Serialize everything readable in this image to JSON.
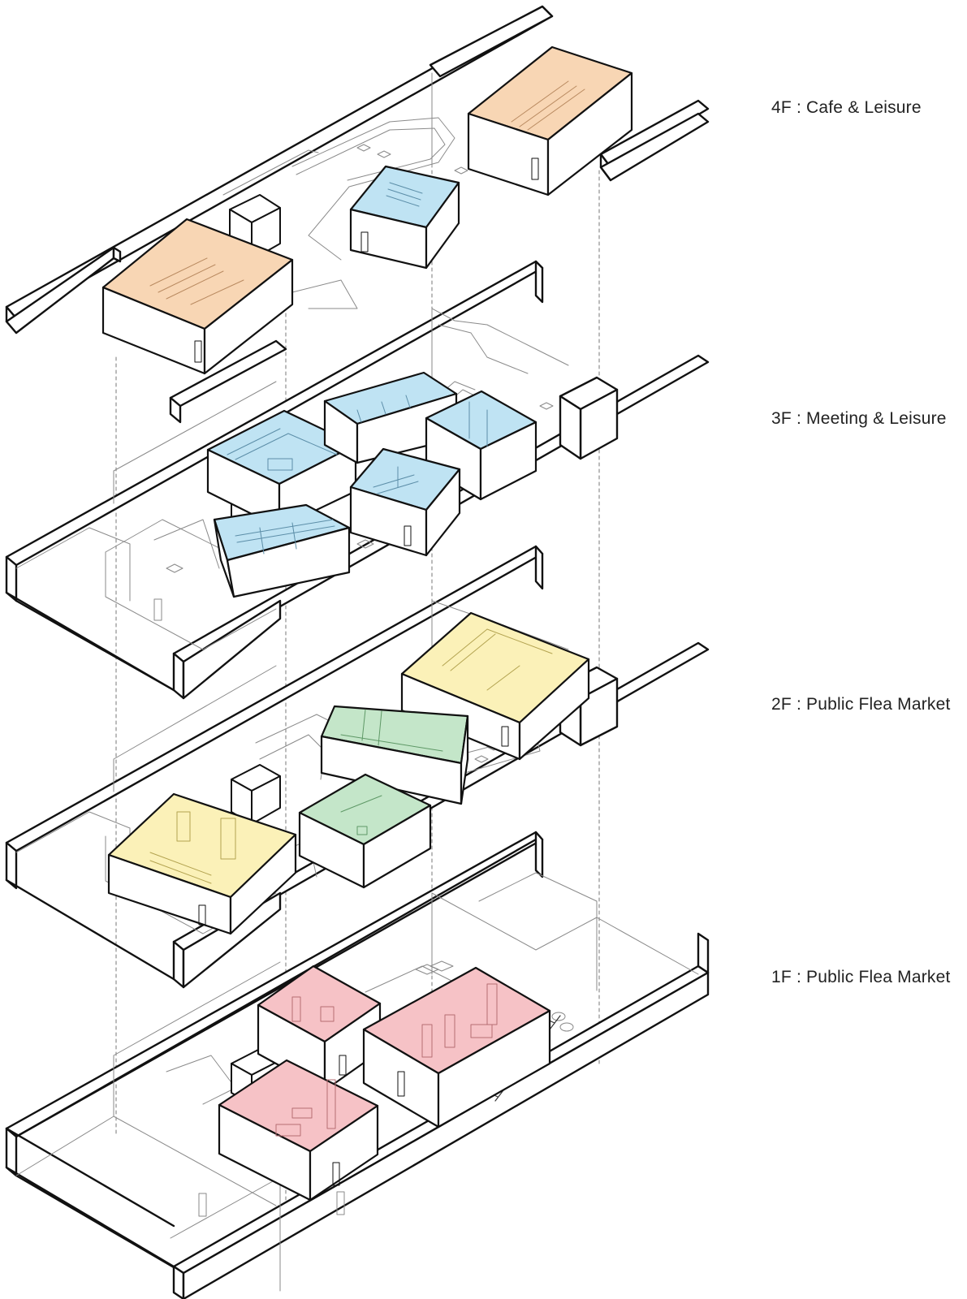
{
  "labels": {
    "f4": "4F : Cafe & Leisure",
    "f3": "3F : Meeting & Leisure",
    "f2": "2F : Public Flea Market",
    "f1": "1F : Public Flea Market"
  },
  "colors": {
    "line": "#111111",
    "thin": "#8a8a8a",
    "orange": "#f8d6b4",
    "blue": "#bfe3f3",
    "yellow": "#fbf1b8",
    "green": "#c4e6c9",
    "pink": "#f6c2c6"
  }
}
